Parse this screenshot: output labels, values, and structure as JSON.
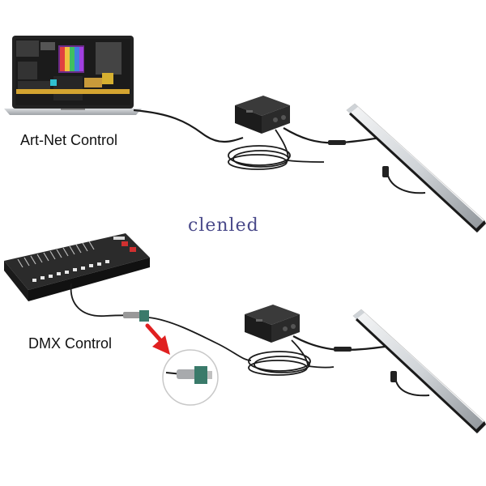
{
  "labels": {
    "artnet": "Art-Net Control",
    "dmx": "DMX Control",
    "brand": "clenled"
  },
  "colors": {
    "laptop_body": "#b9bcc1",
    "screen_bg": "#2a2a2a",
    "controller_box": "#1e1e1e",
    "bar_silver": "#d9dcdf",
    "bar_white": "#ffffff",
    "cable": "#1a1a1a",
    "arrow_red": "#e02020",
    "console_body": "#2b2b2b"
  },
  "icons": [
    "laptop-icon",
    "dmx-console-icon",
    "controller-box-icon",
    "led-bar-icon",
    "connector-icon",
    "arrow-icon"
  ]
}
